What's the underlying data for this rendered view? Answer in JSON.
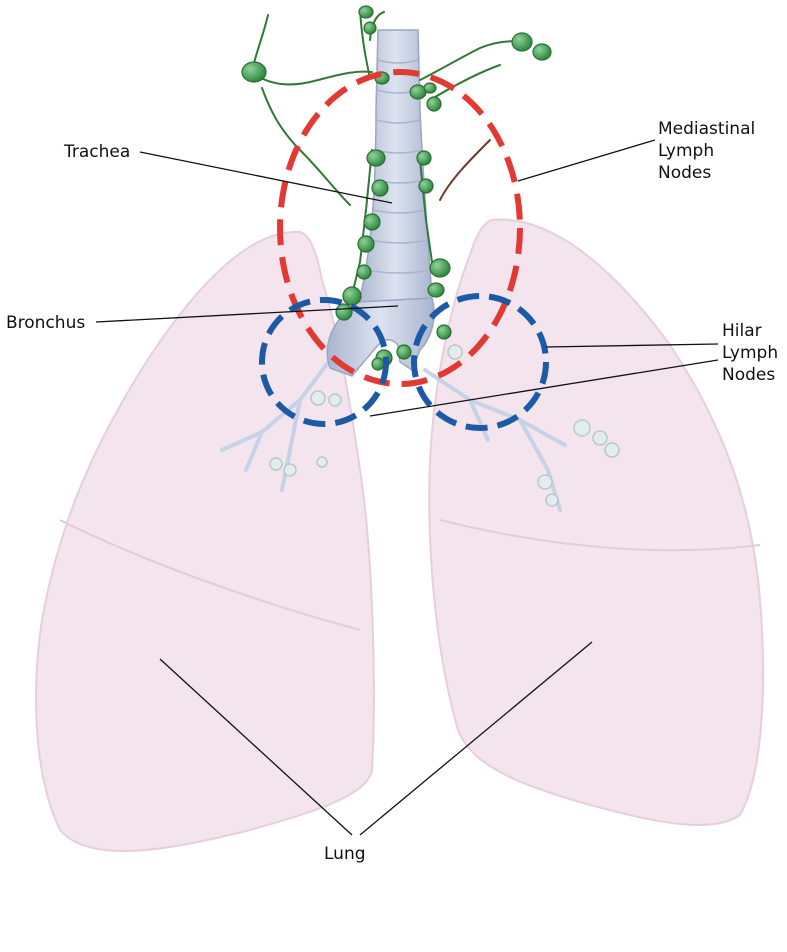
{
  "labels": {
    "trachea": "Trachea",
    "bronchus": "Bronchus",
    "mediastinal": [
      "Mediastinal",
      "Lymph",
      "Nodes"
    ],
    "hilar": [
      "Hilar",
      "Lymph",
      "Nodes"
    ],
    "lung": "Lung"
  },
  "colors": {
    "mediastinal_outline": "#e23a33",
    "hilar_outline": "#1c5aa6",
    "lymph_node": "#3f9a4b",
    "lymph_vessel": "#2f7a36",
    "lung_fill": "#f3e4ee",
    "airway": "#c3cde3",
    "leader_line": "#111111"
  }
}
